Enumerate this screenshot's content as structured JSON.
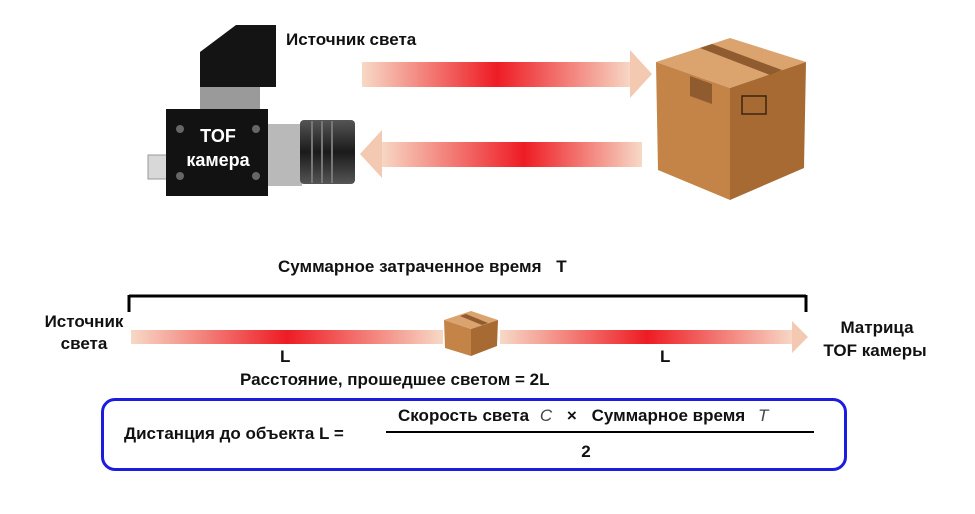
{
  "top": {
    "light_source_label": "Источник света",
    "camera_label_line1": "TOF",
    "camera_label_line2": "камера"
  },
  "bottom": {
    "total_time_label": "Суммарное затраченное время",
    "total_time_symbol": "T",
    "left_label_line1": "Источник",
    "left_label_line2": "света",
    "right_label_line1": "Матрица",
    "right_label_line2": "TOF камеры",
    "segment_left": "L",
    "segment_right": "L",
    "distance_label": "Расстояние, прошедшее светом = 2L"
  },
  "formula": {
    "lhs": "Дистанция до объекта  L =",
    "numerator_part1": "Скорость света",
    "numerator_c": "C",
    "times": "×",
    "numerator_part2": "Суммарное время",
    "numerator_t": "T",
    "denominator": "2"
  },
  "colors": {
    "beam_light": "#f7d9c6",
    "beam_red": "#ee1c24",
    "box_top": "#dba36e",
    "box_front": "#c48447",
    "box_side": "#a86a33",
    "tape": "#8f5b2f",
    "formula_border": "#1c1ce0"
  }
}
